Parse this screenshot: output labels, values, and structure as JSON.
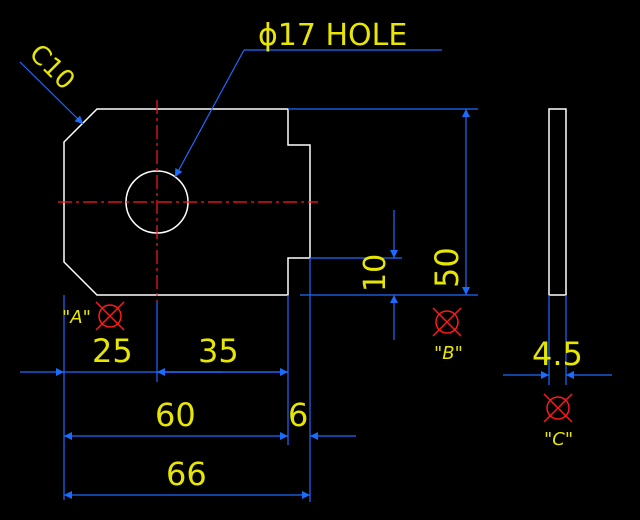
{
  "labels": {
    "hole_callout": "ϕ17 HOLE",
    "chamfer": "C10"
  },
  "dimensions": {
    "d25": "25",
    "d35": "35",
    "d60": "60",
    "d6": "6",
    "d66": "66",
    "d10": "10",
    "d50": "50",
    "d45": "4.5"
  },
  "markers": {
    "a": "\"A\"",
    "b": "\"B\"",
    "c": "\"C\""
  },
  "colors": {
    "background": "#000000",
    "outline": "#ffffff",
    "centerline": "#ff1a1a",
    "dimension_line": "#1a6cff",
    "text": "#e6e600",
    "marker": "#ff1a1a"
  }
}
